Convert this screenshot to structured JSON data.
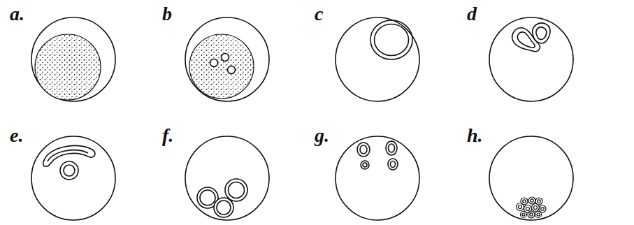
{
  "diagram": {
    "labels": [
      "a.",
      "b",
      "c",
      "d",
      "e.",
      "f.",
      "g.",
      "h."
    ]
  }
}
